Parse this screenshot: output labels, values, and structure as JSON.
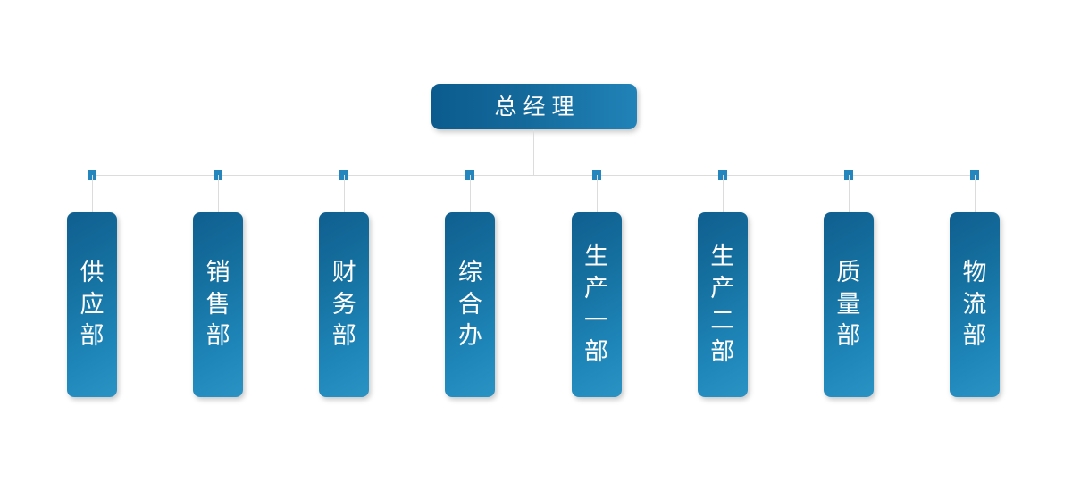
{
  "chart": {
    "type": "org-chart",
    "orientation": "top-down",
    "background_color": "#ffffff",
    "connector_color": "#dcdcdc",
    "junction_color": "#2486bd",
    "node_gradient_start": "#0b5b8e",
    "node_gradient_end": "#2a93c4",
    "node_text_color": "#ffffff",
    "root": {
      "label": "总经理",
      "text_orientation": "horizontal"
    },
    "departments": [
      {
        "label": "供应部",
        "text_orientation": "vertical"
      },
      {
        "label": "销售部",
        "text_orientation": "vertical"
      },
      {
        "label": "财务部",
        "text_orientation": "vertical"
      },
      {
        "label": "综合办",
        "text_orientation": "vertical"
      },
      {
        "label": "生产一部",
        "text_orientation": "vertical"
      },
      {
        "label": "生产二部",
        "text_orientation": "vertical"
      },
      {
        "label": "质量部",
        "text_orientation": "vertical"
      },
      {
        "label": "物流部",
        "text_orientation": "vertical"
      }
    ]
  }
}
